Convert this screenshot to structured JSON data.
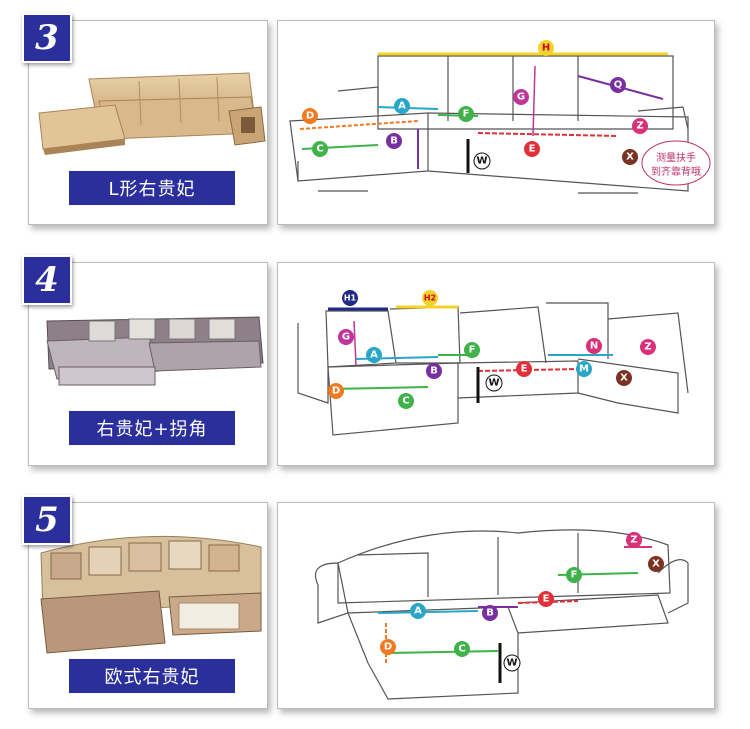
{
  "sections": [
    {
      "number": "3",
      "label": "L形右贵妃",
      "tags": [
        "H",
        "Q",
        "G",
        "D",
        "A",
        "F",
        "B",
        "Z",
        "C",
        "E",
        "W",
        "X"
      ],
      "note": [
        "测量扶手",
        "到齐靠背哦"
      ]
    },
    {
      "number": "4",
      "label": "右贵妃+拐角",
      "tags": [
        "H1",
        "H2",
        "G",
        "A",
        "F",
        "N",
        "Z",
        "B",
        "E",
        "M",
        "W",
        "X",
        "D",
        "C"
      ]
    },
    {
      "number": "5",
      "label": "欧式右贵妃",
      "tags": [
        "Z",
        "X",
        "F",
        "A",
        "B",
        "E",
        "D",
        "C",
        "W"
      ]
    }
  ],
  "colors": {
    "badge": "#2b2f9c",
    "A": "#2aa6c9",
    "B": "#7a2fa0",
    "C": "#3fb24a",
    "D": "#f07a22",
    "E": "#e0303a",
    "F": "#3fb24a",
    "G": "#c0359b",
    "H": "#f2d32a",
    "Q": "#7a2fa0",
    "Z": "#d9307a",
    "X": "#7a3320",
    "W": "#111111",
    "M": "#2aa6c9",
    "N": "#d9307a",
    "H1": "#222a88",
    "H2": "#f2d32a"
  }
}
